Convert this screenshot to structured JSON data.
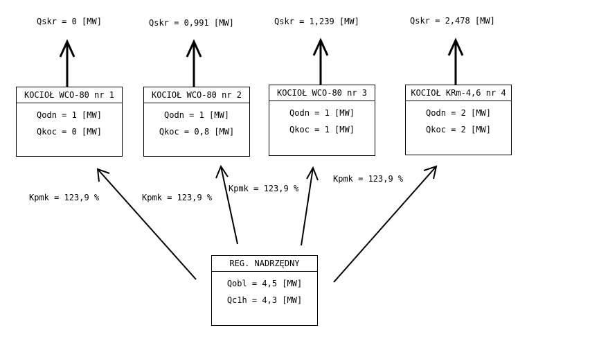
{
  "boilers": [
    {
      "qskr": "Qskr = 0 [MW]",
      "title": "KOCIOŁ WCO-80 nr 1",
      "qodn": "Qodn = 1 [MW]",
      "qkoc": "Qkoc = 0 [MW]"
    },
    {
      "qskr": "Qskr = 0,991 [MW]",
      "title": "KOCIOŁ WCO-80 nr 2",
      "qodn": "Qodn = 1 [MW]",
      "qkoc": "Qkoc = 0,8 [MW]"
    },
    {
      "qskr": "Qskr = 1,239 [MW]",
      "title": "KOCIOŁ WCO-80 nr 3",
      "qodn": "Qodn = 1 [MW]",
      "qkoc": "Qkoc = 1 [MW]"
    },
    {
      "qskr": "Qskr = 2,478 [MW]",
      "title": "KOCIOŁ KRm-4,6 nr 4",
      "qodn": "Qodn = 2 [MW]",
      "qkoc": "Qkoc = 2 [MW]"
    }
  ],
  "kpmk": [
    "Kpmk = 123,9 %",
    "Kpmk = 123,9 %",
    "Kpmk = 123,9 %",
    "Kpmk = 123,9 %"
  ],
  "master": {
    "title": "REG. NADRZĘDNY",
    "qobl": "Qobl = 4,5 [MW]",
    "qc1h": "Qc1h = 4,3 [MW]"
  }
}
